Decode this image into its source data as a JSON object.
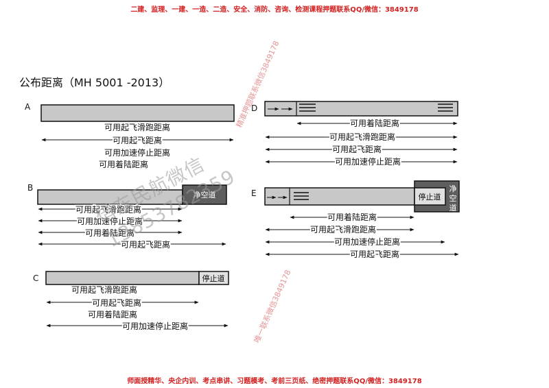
{
  "header_note": "二建、监理、一建、一造、二造、安全、消防、咨询、检测课程押题联系QQ/微信：3849178",
  "footer_note": "师面授精华、央企内训、考点串讲、习题模考、考前三页纸、绝密押题联系QQ/微信：3849178",
  "title": "公布距离（MH 5001 -2013）",
  "panels": {
    "A": {
      "letter": "A",
      "labels": [
        "可用起飞滑跑距离",
        "可用起飞距离",
        "可用加速停止距离",
        "可用着陆距离"
      ]
    },
    "B": {
      "letter": "B",
      "clearway": "净空道",
      "labels": [
        "可用起飞滑跑距离",
        "可用加速停止距离",
        "可用着陆距离",
        "可用起飞距离"
      ]
    },
    "C": {
      "letter": "C",
      "stopway": "停止道",
      "labels": [
        "可用起飞滑跑距离",
        "可用起飞距离",
        "可用着陆距离",
        "可用加速停止距离"
      ]
    },
    "D": {
      "letter": "D",
      "labels": [
        "可用着陆距离",
        "可用起飞滑跑距离",
        "可用起飞距离",
        "可用加速停止距离"
      ]
    },
    "E": {
      "letter": "E",
      "stopway": "停止道",
      "clearway_chars": [
        "净",
        "空",
        "道"
      ],
      "labels": [
        "可用着陆距离",
        "可用起飞滑跑距离",
        "可用加速停止距离",
        "可用起飞距离"
      ]
    }
  },
  "watermarks": {
    "big_line1": "借东民航微信",
    "big_line2": "13853782359",
    "red_1": "精准押题联系微信3849178",
    "red_2": "唯一联系微信3849178"
  }
}
